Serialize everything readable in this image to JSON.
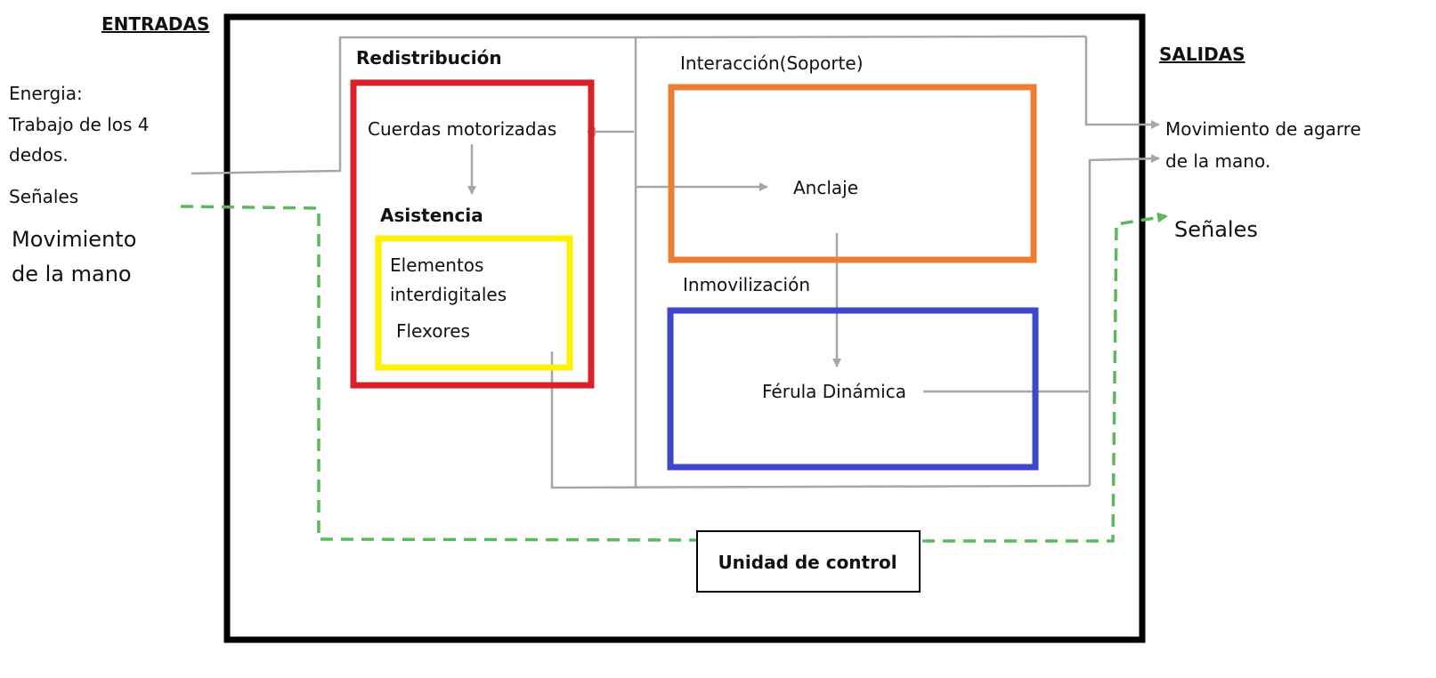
{
  "headings": {
    "inputs": "ENTRADAS",
    "outputs": "SALIDAS"
  },
  "inputs": {
    "energy_line1": "Energia:",
    "energy_line2": "Trabajo de los 4",
    "energy_line3": "dedos.",
    "signals": "Señales",
    "movement_line1": "Movimiento",
    "movement_line2": "de la mano"
  },
  "outputs": {
    "grip_line1": "Movimiento de agarre",
    "grip_line2": "de la mano.",
    "signals": "Señales"
  },
  "blocks": {
    "redistribution": "Redistribución",
    "motor_cords": "Cuerdas motorizadas",
    "assistance": "Asistencia",
    "interdigital_line1": "Elementos",
    "interdigital_line2": "interdigitales",
    "flexors": "Flexores",
    "interaction": "Interacción(Soporte)",
    "anchor": "Anclaje",
    "immobilization": "Inmovilización",
    "dynamic_splint": "Férula Dinámica",
    "control_unit": "Unidad de control"
  },
  "colors": {
    "red_box": "#d9212a",
    "yellow_box": "#fff200",
    "orange_box": "#ed7d31",
    "blue_box": "#3f48cc",
    "gray_line": "#a6a6a6",
    "green_signal": "#5cb85c",
    "frame": "#000000"
  }
}
